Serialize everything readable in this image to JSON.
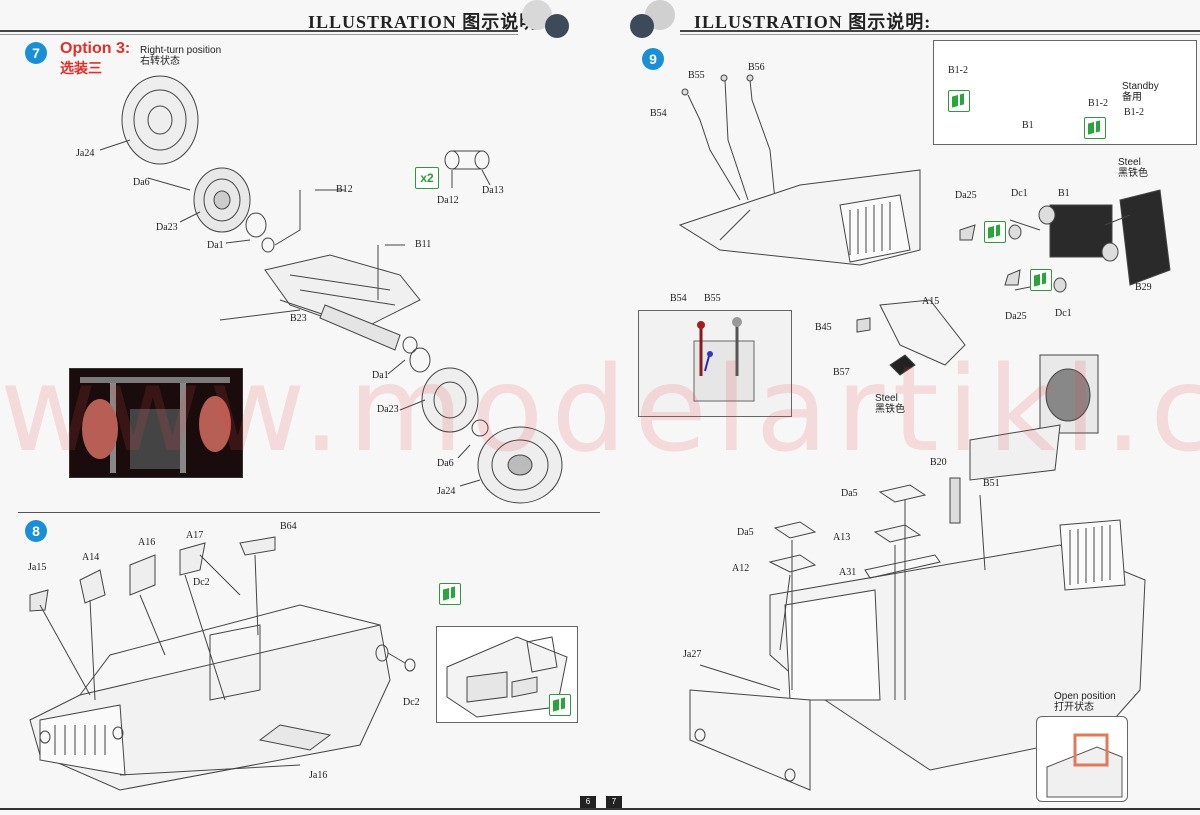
{
  "header": {
    "left_title": "ILLUSTRATION 图示说明:",
    "right_title": "ILLUSTRATION 图示说明:"
  },
  "step7": {
    "number": "7",
    "option_title": "Option 3:",
    "option_cn": "选装三",
    "note_en": "Right-turn position",
    "note_cn": "右转状态",
    "labels": {
      "ja24_top": "Ja24",
      "da6_top": "Da6",
      "da23_top": "Da23",
      "da1_top": "Da1",
      "b12": "B12",
      "b11": "B11",
      "b23": "B23",
      "da12": "Da12",
      "da13": "Da13",
      "da1_bot": "Da1",
      "da23_bot": "Da23",
      "da6_bot": "Da6",
      "ja24_bot": "Ja24"
    },
    "multiplier": "x2"
  },
  "step8": {
    "number": "8",
    "labels": {
      "ja15": "Ja15",
      "a14": "A14",
      "a16": "A16",
      "a17": "A17",
      "b64": "B64",
      "dc2_top": "Dc2",
      "dc2_right": "Dc2",
      "ja16": "Ja16"
    }
  },
  "step9": {
    "number": "9",
    "labels": {
      "b55": "B55",
      "b56": "B56",
      "b54": "B54",
      "b1_2_a": "B1-2",
      "b1_2_b": "B1-2",
      "b1_top": "B1",
      "da25_top": "Da25",
      "dc1_top": "Dc1",
      "b1_mid": "B1",
      "b29": "B29",
      "da25_bot": "Da25",
      "dc1_bot": "Dc1",
      "inset_b54": "B54",
      "inset_b55": "B55",
      "a15": "A15",
      "b45": "B45",
      "b57": "B57",
      "b20": "B20",
      "b51": "B51",
      "da5_a": "Da5",
      "da5_b": "Da5",
      "a13": "A13",
      "a12": "A12",
      "a31": "A31",
      "ja27": "Ja27"
    },
    "standby_en": "Standby",
    "standby_cn": "备用",
    "standby_part": "B1-2",
    "steel_en_1": "Steel",
    "steel_cn_1": "黑铁色",
    "steel_en_2": "Steel",
    "steel_cn_2": "黑铁色",
    "open_en": "Open position",
    "open_cn": "打开状态"
  },
  "watermark": "www.modelartikl.cz",
  "page_numbers": {
    "left": "6",
    "right": "7"
  },
  "colors": {
    "accent_red": "#e0302a",
    "badge_blue": "#1a8fd8",
    "icon_green": "#2aa43c"
  }
}
